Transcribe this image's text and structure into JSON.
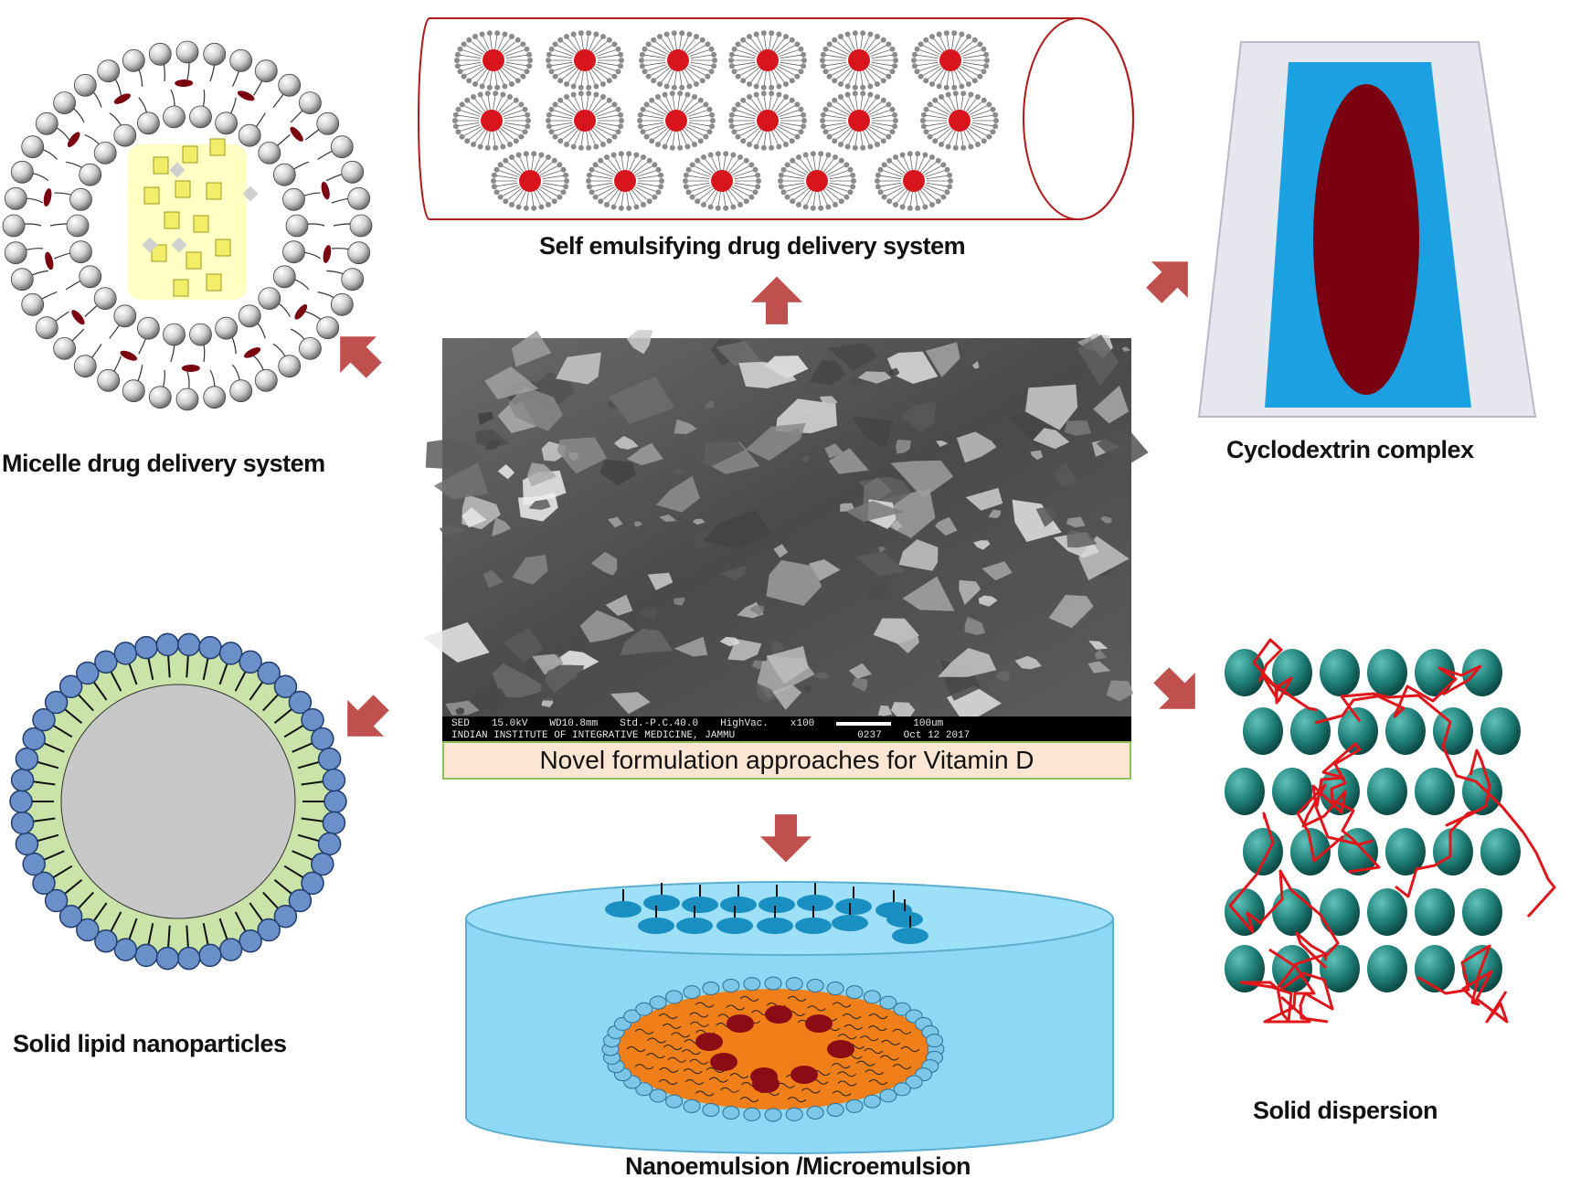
{
  "labels": {
    "micelle": "Micelle drug delivery system",
    "sedds": "Self emulsifying drug delivery system",
    "cyclodextrin": "Cyclodextrin complex",
    "sln": "Solid lipid nanoparticles",
    "nanoemulsion": "Nanoemulsion /Microemulsion",
    "solid_dispersion": "Solid dispersion"
  },
  "center": {
    "title": "Novel formulation approaches for Vitamin D",
    "sem": {
      "mode": "SED",
      "kv": "15.0kV",
      "wd": "WD10.8mm",
      "std": "Std.-P.C.40.0",
      "vac": "HighVac.",
      "mag": "x100",
      "scale": "100um",
      "institute": "INDIAN INSTITUTE OF INTEGRATIVE MEDICINE, JAMMU",
      "id": "0237",
      "date": "Oct 12 2017"
    }
  },
  "colors": {
    "arrow": "#c0504d",
    "drug_dark_red": "#7b0010",
    "cyclodextrin_blue": "#1ba1e2",
    "cyclodextrin_frame": "#e6e6ee",
    "sln_head": "#6b8fc9",
    "sln_shell": "#c9e3a8",
    "sln_core": "#c8c8c8",
    "dispersion_sphere": "#1f7f78",
    "dispersion_polymer": "#e0161b",
    "emulsion_water": "#8fd8f5",
    "emulsion_core": "#f07f1a",
    "emulsion_surfactant": "#1a8fc2",
    "banner_fill": "#fbe6d3",
    "banner_border": "#8cc05a"
  }
}
